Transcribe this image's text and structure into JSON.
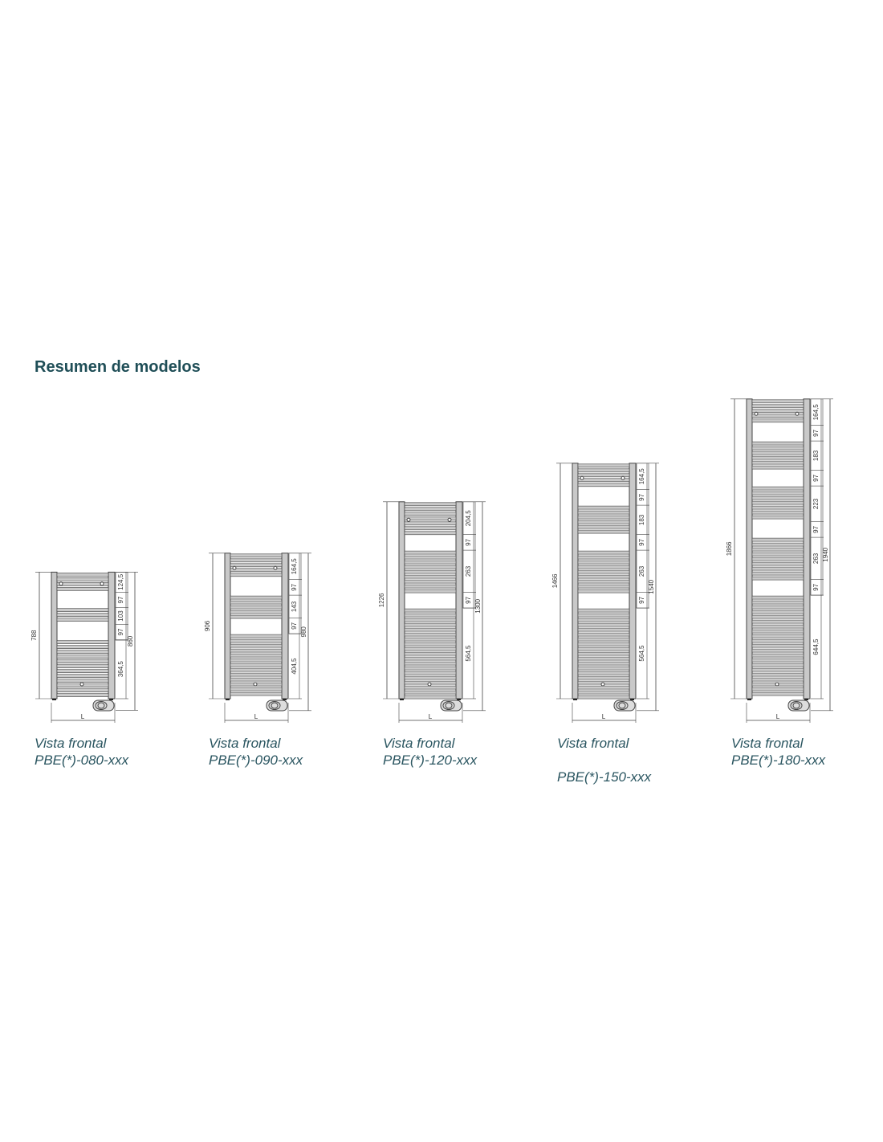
{
  "title": "Resumen de modelos",
  "models": [
    {
      "view": "Vista frontal",
      "code": "PBE(*)-080-xxx",
      "height": "788",
      "total": "860",
      "width_label": "L",
      "segments": [
        "124,5",
        "97",
        "103",
        "97",
        "364,5"
      ],
      "segment_values": [
        124.5,
        97,
        103,
        97,
        364.5
      ],
      "height_value": 788,
      "total_value": 860
    },
    {
      "view": "Vista frontal",
      "code": "PBE(*)-090-xxx",
      "height": "906",
      "total": "980",
      "width_label": "L",
      "segments": [
        "164,5",
        "97",
        "143",
        "97",
        "404,5"
      ],
      "segment_values": [
        164.5,
        97,
        143,
        97,
        404.5
      ],
      "height_value": 906,
      "total_value": 980
    },
    {
      "view": "Vista frontal",
      "code": "PBE(*)-120-xxx",
      "height": "1226",
      "total": "1300",
      "width_label": "L",
      "segments": [
        "204,5",
        "97",
        "263",
        "97",
        "564,5"
      ],
      "segment_values": [
        204.5,
        97,
        263,
        97,
        564.5
      ],
      "height_value": 1226,
      "total_value": 1300
    },
    {
      "view": "Vista frontal",
      "code": "PBE(*)-150-xxx",
      "height": "1466",
      "total": "1540",
      "width_label": "L",
      "segments": [
        "164,5",
        "97",
        "183",
        "97",
        "263",
        "97",
        "564,5"
      ],
      "segment_values": [
        164.5,
        97,
        183,
        97,
        263,
        97,
        564.5
      ],
      "height_value": 1466,
      "total_value": 1540
    },
    {
      "view": "Vista frontal",
      "code": "PBE(*)-180-xxx",
      "height": "1866",
      "total": "1940",
      "width_label": "L",
      "segments": [
        "164,5",
        "97",
        "183",
        "97",
        "223",
        "97",
        "263",
        "97",
        "644,5"
      ],
      "segment_values": [
        164.5,
        97,
        183,
        97,
        223,
        97,
        263,
        97,
        644.5
      ],
      "height_value": 1866,
      "total_value": 1940
    }
  ],
  "colors": {
    "title": "#1f4e57",
    "caption": "#2a5560",
    "line": "#444444",
    "bar": "#c9c9c9"
  }
}
